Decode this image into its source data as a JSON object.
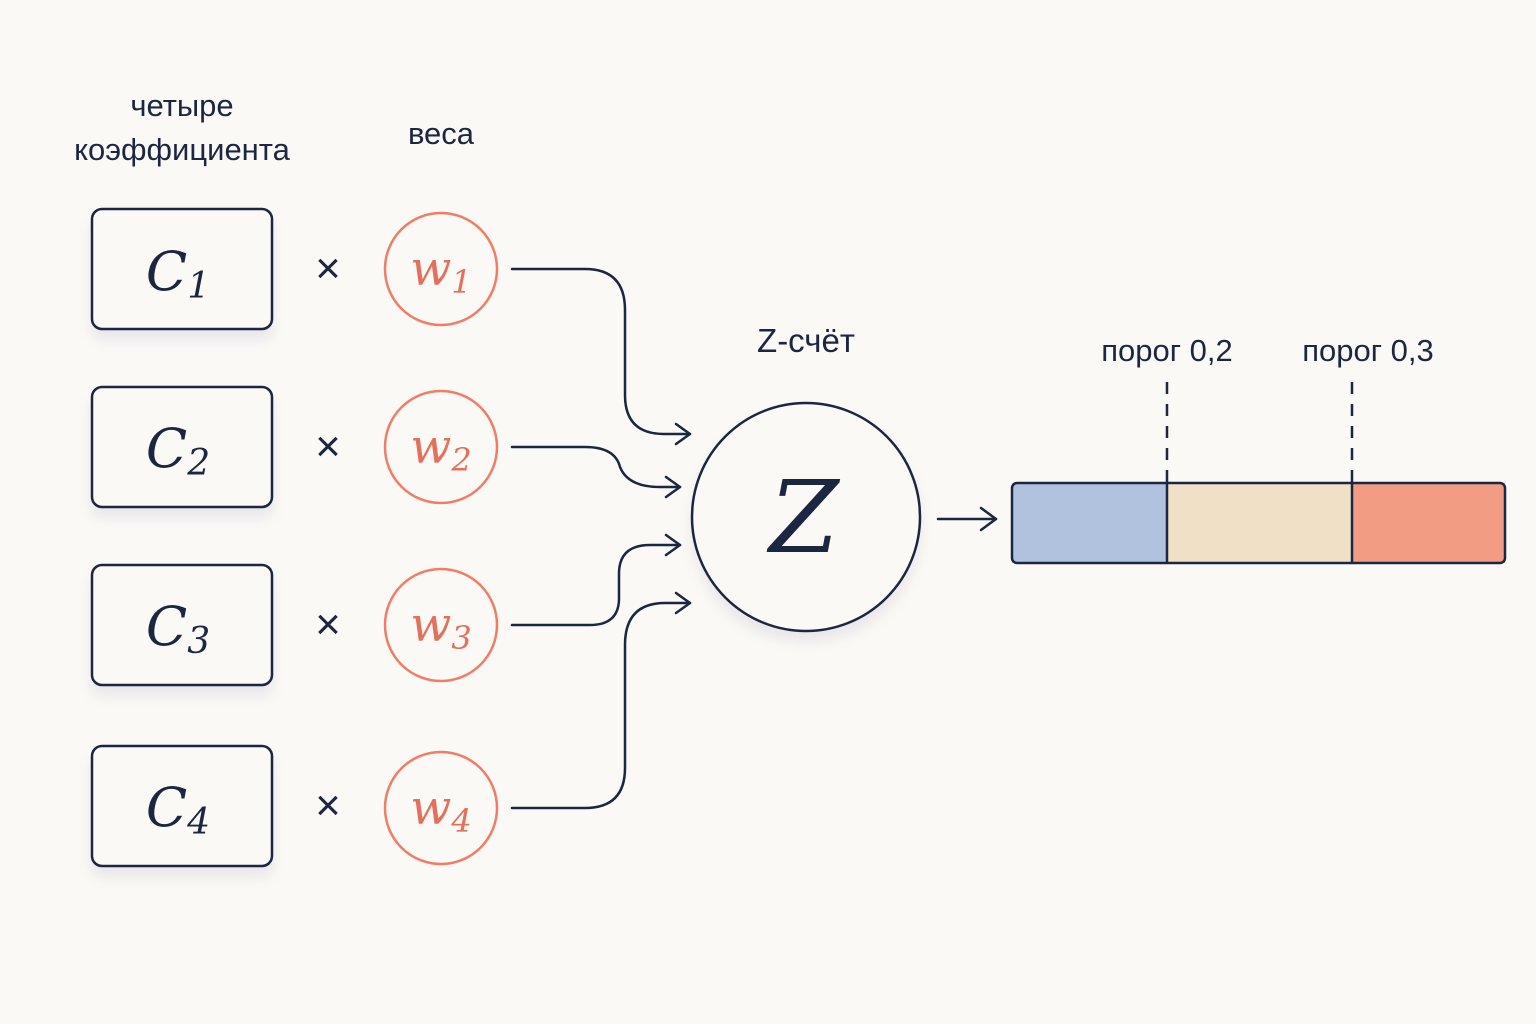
{
  "headers": {
    "coefficients_line1": "четыре",
    "coefficients_line2": "коэффициента",
    "weights": "веса"
  },
  "coefficients": [
    {
      "symbol": "C",
      "index": "1"
    },
    {
      "symbol": "C",
      "index": "2"
    },
    {
      "symbol": "C",
      "index": "3"
    },
    {
      "symbol": "C",
      "index": "4"
    }
  ],
  "operator": "×",
  "weights": [
    {
      "symbol": "w",
      "index": "1"
    },
    {
      "symbol": "w",
      "index": "2"
    },
    {
      "symbol": "w",
      "index": "3"
    },
    {
      "symbol": "w",
      "index": "4"
    }
  ],
  "z_node": {
    "label": "Z-счёт",
    "symbol": "Z"
  },
  "scale": {
    "thresholds": [
      {
        "label": "порог 0,2",
        "value": 0.2
      },
      {
        "label": "порог 0,3",
        "value": 0.3
      }
    ],
    "segments": [
      {
        "name": "low",
        "color": "#b0c2de"
      },
      {
        "name": "mid",
        "color": "#f0e0c6"
      },
      {
        "name": "high",
        "color": "#f29c84"
      }
    ]
  },
  "colors": {
    "ink": "#1b2740",
    "weight_stroke": "#ee7e67",
    "weight_text": "#e4705b",
    "background": "#fbf9f6"
  }
}
